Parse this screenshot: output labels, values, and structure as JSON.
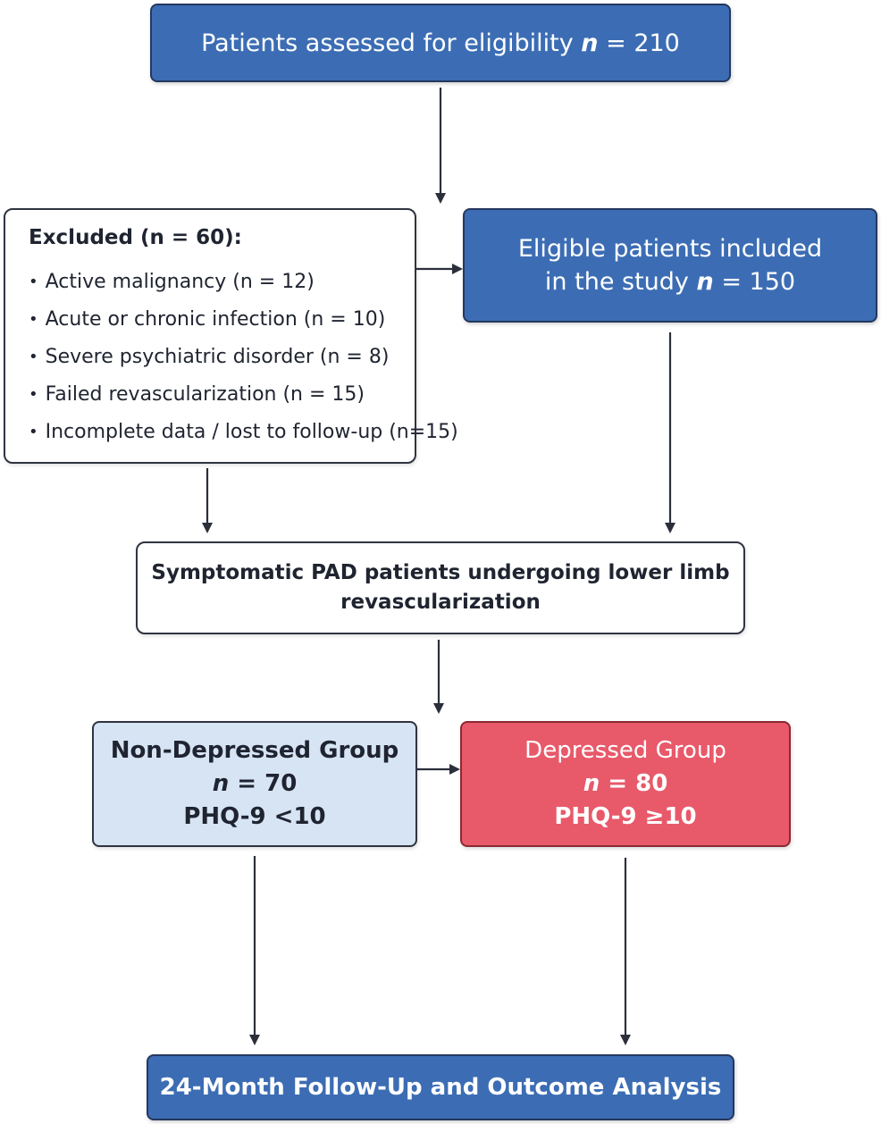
{
  "boxes": {
    "assessed": {
      "text": "Patients assessed for eligibility",
      "n_symbol": "n",
      "n_value": "= 210"
    },
    "excluded": {
      "title": "Excluded (n = 60):",
      "items": [
        "Active malignancy (n = 12)",
        "Acute or chronic infection (n = 10)",
        "Severe psychiatric disorder (n = 8)",
        "Failed revascularization (n = 15)",
        "Incomplete data / lost to follow-up (n=15)"
      ]
    },
    "eligible": {
      "line1": "Eligible patients included",
      "line2_text": "in the study",
      "n_symbol": "n",
      "n_value": "= 150"
    },
    "pad": {
      "line1": "Symptomatic PAD patients undergoing lower limb",
      "line2": "revascularization"
    },
    "non_depressed": {
      "title": "Non-Depressed Group",
      "n_symbol": "n",
      "n_value": "= 70",
      "criterion": "PHQ-9 <10"
    },
    "depressed": {
      "title": "Depressed Group",
      "n_symbol": "n",
      "n_value": "= 80",
      "criterion": "PHQ-9 ≥10"
    },
    "followup": {
      "text": "24-Month Follow-Up and Outcome Analysis"
    }
  },
  "colors": {
    "blue_box": "#3c6db4",
    "light_blue_box": "#d6e4f4",
    "red_box": "#e8596a",
    "arrow": "#2a2f3a"
  }
}
